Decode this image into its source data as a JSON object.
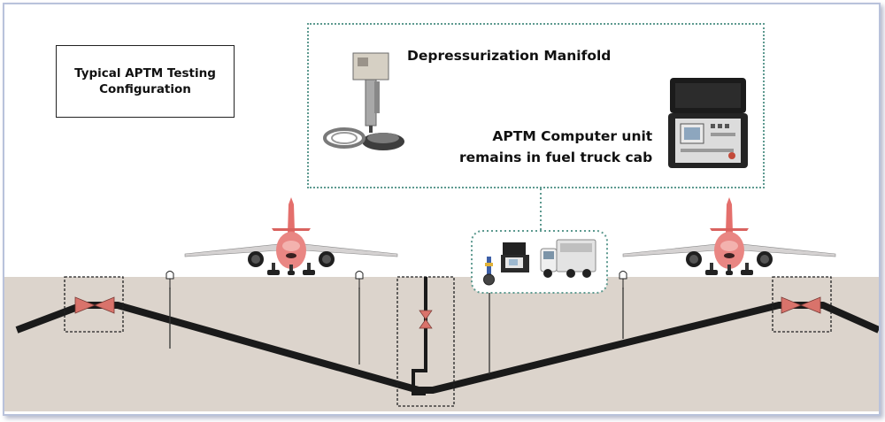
{
  "title": {
    "line1": "Typical APTM Testing",
    "line2": "Configuration"
  },
  "inset": {
    "manifold_label": "Depressurization Manifold",
    "computer_label_line1": "APTM Computer unit",
    "computer_label_line2": "remains in fuel truck cab"
  },
  "colors": {
    "ground": "#dcd4cc",
    "pipe": "#1a1a1a",
    "valve": "#d9736b",
    "aircraft_fuselage": "#e98683",
    "inset_border": "#5e9a90",
    "frame_border": "#b9c2db"
  },
  "icons": [
    "aircraft-icon",
    "valve-icon",
    "vent-icon",
    "manifold-icon",
    "computer-case-icon",
    "fuel-truck-icon",
    "sensor-probe-icon"
  ]
}
